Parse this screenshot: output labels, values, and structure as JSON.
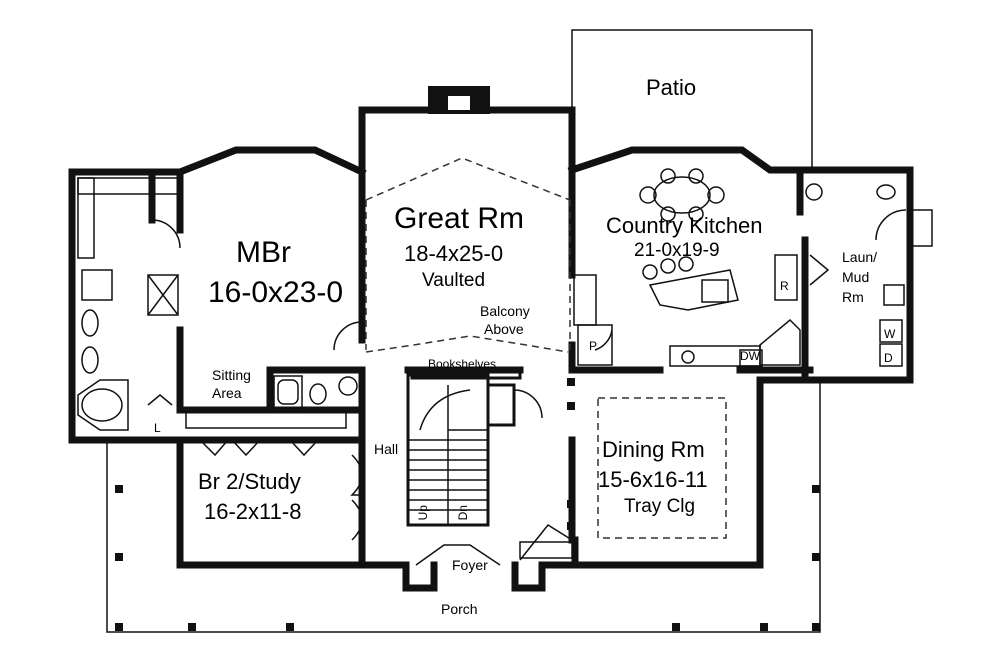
{
  "rooms": {
    "patio": {
      "name": "Patio"
    },
    "great_room": {
      "name": "Great Rm",
      "size": "18-4x25-0",
      "note": "Vaulted"
    },
    "country_kitchen": {
      "name": "Country Kitchen",
      "size": "21-0x19-9"
    },
    "master_bedroom": {
      "name": "MBr",
      "size": "16-0x23-0"
    },
    "laundry": {
      "name_line1": "Laun/",
      "name_line2": "Mud",
      "name_line3": "Rm"
    },
    "sitting_area": {
      "name_line1": "Sitting",
      "name_line2": "Area"
    },
    "bedroom_2": {
      "name": "Br 2/Study",
      "size": "16-2x11-8"
    },
    "dining_room": {
      "name": "Dining Rm",
      "size": "15-6x16-11",
      "note": "Tray Clg"
    },
    "hall": {
      "name": "Hall"
    },
    "foyer": {
      "name": "Foyer"
    },
    "porch": {
      "name": "Porch"
    }
  },
  "annotations": {
    "balcony_line1": "Balcony",
    "balcony_line2": "Above",
    "bookshelves": "Bookshelves",
    "stair_up": "Up",
    "stair_down": "Dn",
    "pantry": "P",
    "linen": "L",
    "refrigerator": "R",
    "dishwasher": "DW",
    "washer": "W",
    "dryer": "D"
  }
}
